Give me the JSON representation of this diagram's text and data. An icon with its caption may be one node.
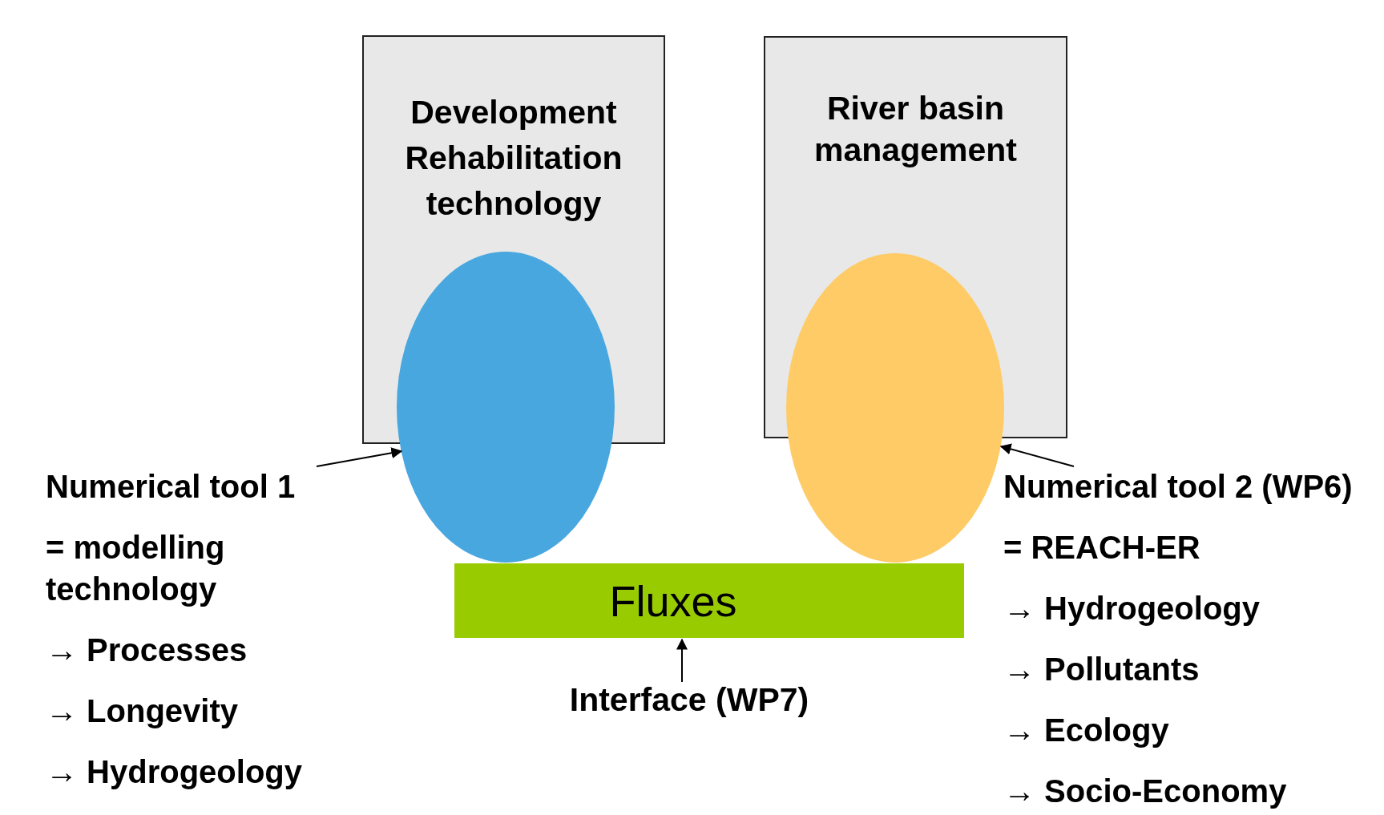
{
  "diagram": {
    "nodes": [
      {
        "text": [
          "Development Rehabilitation technology"
        ]
      },
      {
        "text": [],
        "shape": "ellipse"
      },
      {
        "text": [
          "River basin management"
        ]
      },
      {
        "text": [],
        "shape": "ellipse"
      },
      {
        "text": [
          "Fluxes"
        ]
      },
      {
        "text": [
          "Numerical tool 1",
          "= modelling technology",
          "→ Processes",
          "→ Longevity",
          "→ Hydrogeology"
        ]
      },
      {
        "text": [
          "Numerical tool 2 (WP6)",
          "= REACH-ER",
          "→ Hydrogeology",
          "→ Pollutants",
          "→ Ecology",
          "→ Socio-Economy"
        ]
      },
      {
        "text": [
          "Interface (WP7)"
        ]
      }
    ],
    "edges": [
      {
        "from": 5,
        "to": 1,
        "arrow": "to"
      },
      {
        "from": 6,
        "to": 3,
        "arrow": "to"
      },
      {
        "from": 7,
        "to": 4,
        "arrow": "to"
      }
    ]
  }
}
